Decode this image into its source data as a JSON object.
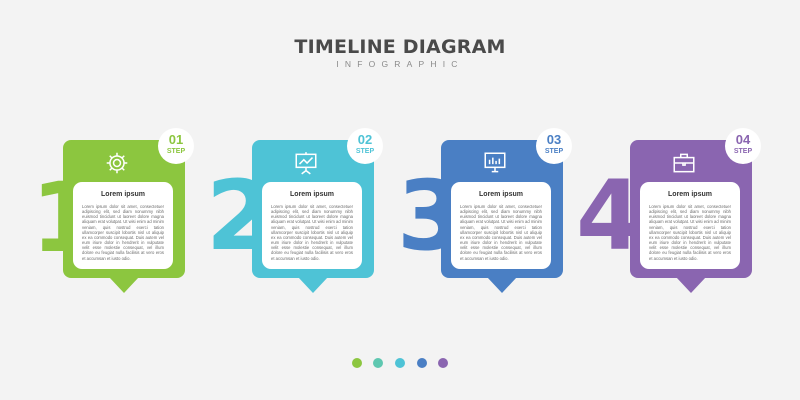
{
  "header": {
    "title": "TIMELINE DIAGRAM",
    "subtitle": "INFOGRAPHIC"
  },
  "steps": [
    {
      "number": "01",
      "step_label": "STEP",
      "big_digit": "1",
      "title": "Lorem ipsum",
      "text": "Lorem ipsum dolor sit amet, consectetuer adipiscing elit, sed diam nonummy nibh euismod tincidunt ut laoreet dolore magna aliquam erat volutpat. Ut wisi enim ad minim veniam, quis nostrud exerci tation ullamcorper suscipit lobortis nisl ut aliquip ex ea commodo consequat. Duis autem vel eum iriure dolor in hendrerit in vulputate velit esse molestie consequat, vel illum dolore eu feugiat nulla facilisis at vero eros et accumsan et iusto odio.",
      "color": "#8cc63f",
      "digit_color": "#8cc63f",
      "icon": "gear-icon"
    },
    {
      "number": "02",
      "step_label": "STEP",
      "big_digit": "2",
      "title": "Lorem ipsum",
      "text": "Lorem ipsum dolor sit amet, consectetuer adipiscing elit, sed diam nonummy nibh euismod tincidunt ut laoreet dolore magna aliquam erat volutpat. Ut wisi enim ad minim veniam, quis nostrud exerci tation ullamcorper suscipit lobortis nisl ut aliquip ex ea commodo consequat. Duis autem vel eum iriure dolor in hendrerit in vulputate velit esse molestie consequat, vel illum dolore eu feugiat nulla facilisis at vero eros et accumsan et iusto odio.",
      "color": "#4ec3d6",
      "digit_color": "#4ec3d6",
      "icon": "presentation-board-icon"
    },
    {
      "number": "03",
      "step_label": "STEP",
      "big_digit": "3",
      "title": "Lorem ipsum",
      "text": "Lorem ipsum dolor sit amet, consectetuer adipiscing elit, sed diam nonummy nibh euismod tincidunt ut laoreet dolore magna aliquam erat volutpat. Ut wisi enim ad minim veniam, quis nostrud exerci tation ullamcorper suscipit lobortis nisl ut aliquip ex ea commodo consequat. Duis autem vel eum iriure dolor in hendrerit in vulputate velit esse molestie consequat, vel illum dolore eu feugiat nulla facilisis at vero eros et accumsan et iusto odio.",
      "color": "#4a7fc4",
      "digit_color": "#4a7fc4",
      "icon": "monitor-chart-icon"
    },
    {
      "number": "04",
      "step_label": "STEP",
      "big_digit": "4",
      "title": "Lorem ipsum",
      "text": "Lorem ipsum dolor sit amet, consectetuer adipiscing elit, sed diam nonummy nibh euismod tincidunt ut laoreet dolore magna aliquam erat volutpat. Ut wisi enim ad minim veniam, quis nostrud exerci tation ullamcorper suscipit lobortis nisl ut aliquip ex ea commodo consequat. Duis autem vel eum iriure dolor in hendrerit in vulputate velit esse molestie consequat, vel illum dolore eu feugiat nulla facilisis at vero eros et accumsan et iusto odio.",
      "color": "#8a65b0",
      "digit_color": "#8a65b0",
      "icon": "briefcase-icon"
    }
  ],
  "dots": [
    "#8cc63f",
    "#5ec7b0",
    "#4ec3d6",
    "#4a7fc4",
    "#8a65b0"
  ]
}
